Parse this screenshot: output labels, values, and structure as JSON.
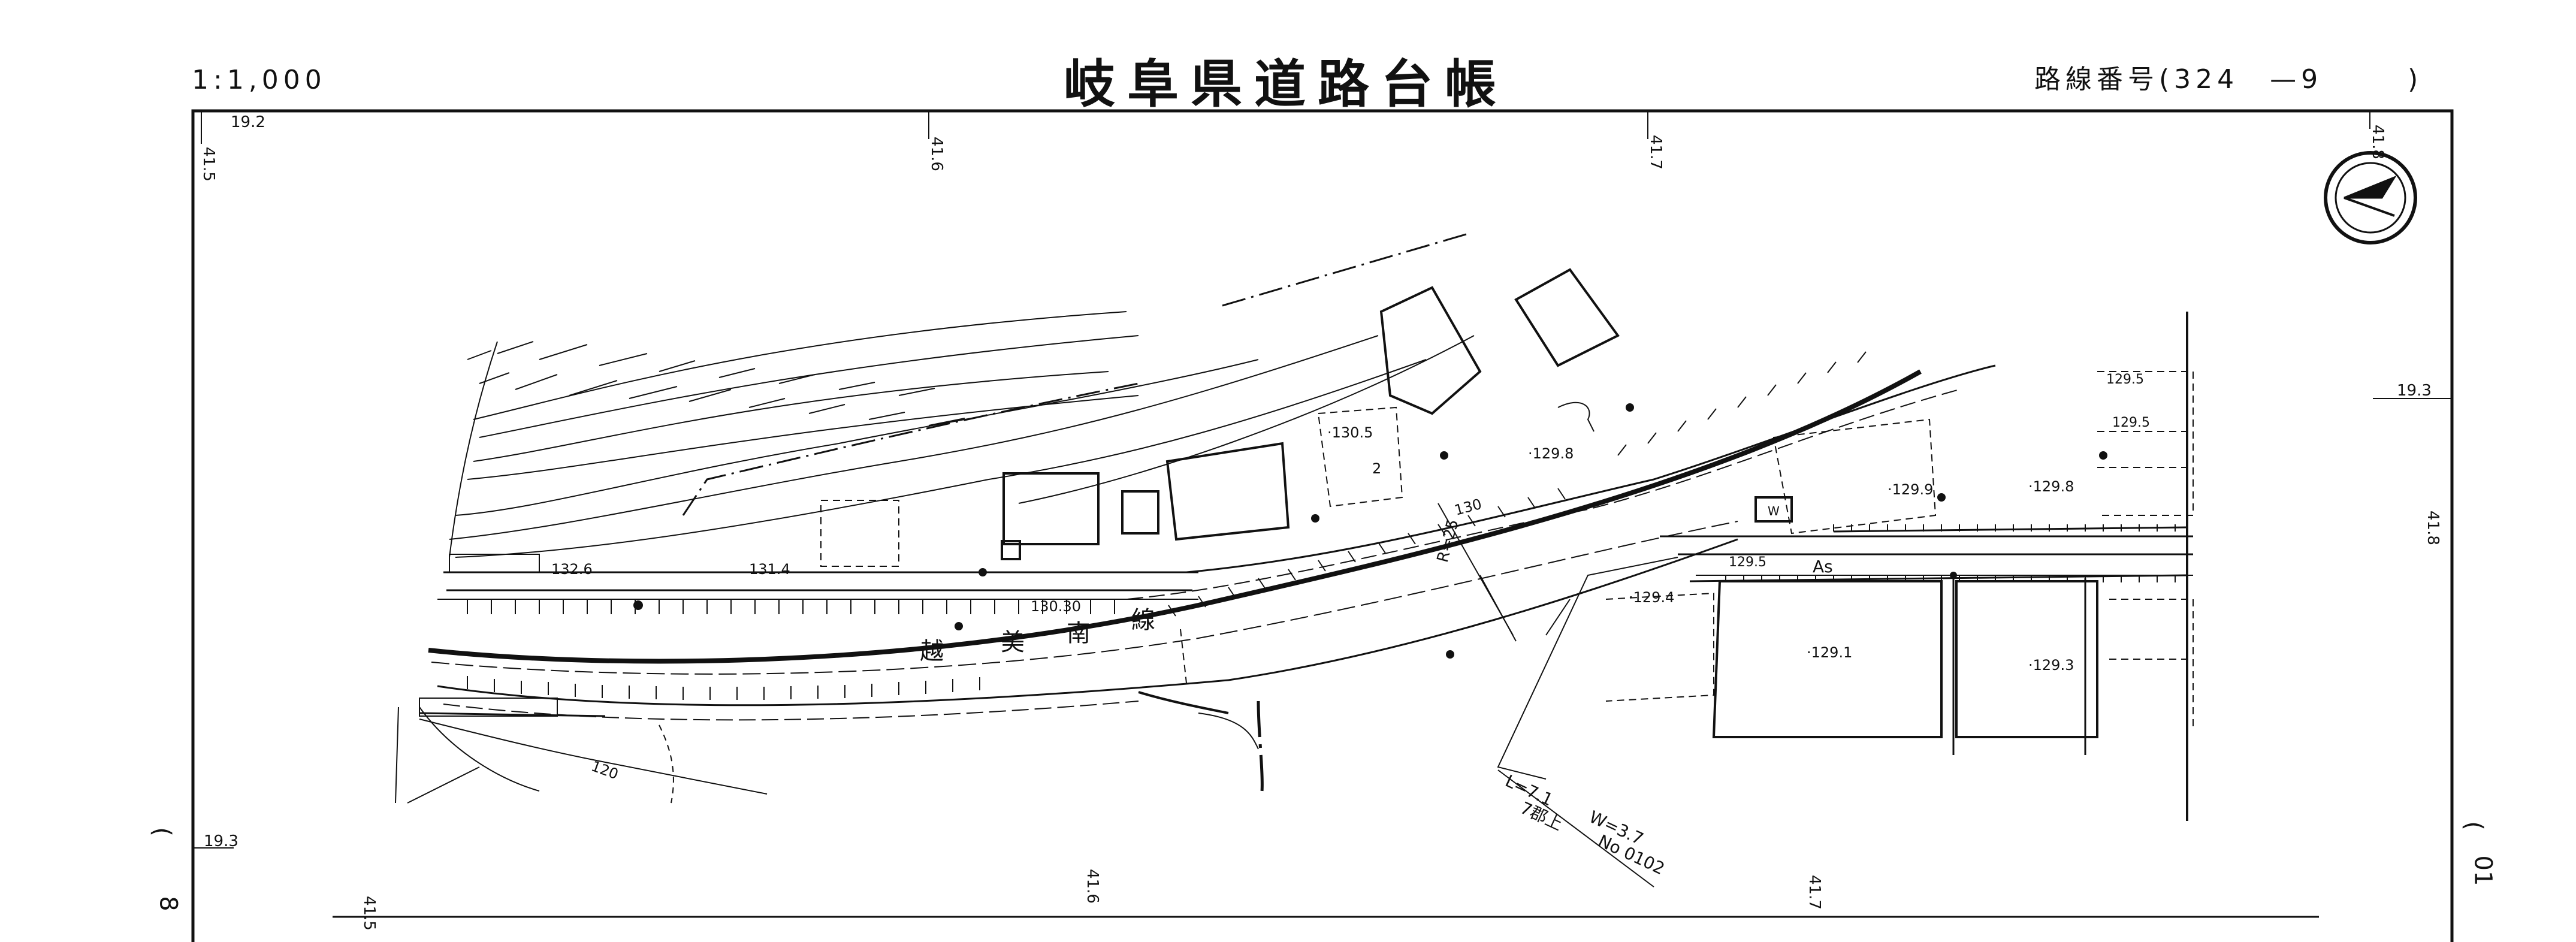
{
  "header": {
    "scale": "1:1,000",
    "title": "岐阜県道路台帳",
    "route_label": "路線番号(",
    "route_number": "324",
    "route_dash": "—",
    "route_sub": "9",
    "route_close": ")"
  },
  "grid_labels": {
    "top_41_5": "41.5",
    "top_19_2": "19.2",
    "top_41_6": "41.6",
    "top_41_7": "41.7",
    "top_41_8": "41.8",
    "right_19_3": "19.3",
    "right_41_8": "41.8",
    "left_19_3": "19.3",
    "bottom_41_5": "41.5",
    "bottom_41_6": "41.6",
    "bottom_41_7": "41.7"
  },
  "margin_labels": {
    "left_paren": "(",
    "left_num": "8",
    "right_paren": "(",
    "right_num": "01"
  },
  "road_name": {
    "c1": "越",
    "c2": "美",
    "c3": "南",
    "c4": "線"
  },
  "elevations": {
    "e132_6": "132.6",
    "e131_4": "131.4",
    "e130_30": "130.30",
    "e130_5": "·130.5",
    "e130": "130",
    "e129_8a": "·129.8",
    "e129_9": "·129.9",
    "e129_8b": "·129.8",
    "e129_5a": "129.5",
    "e129_5b": "129.5",
    "e129_5c": "129.5",
    "e129_4": "·129.4",
    "e129_1": "·129.1",
    "e129_3": "·129.3",
    "e120": "120"
  },
  "annotations": {
    "curve_radius": "R=25",
    "surface": "As",
    "bridge_L": "L=7.1",
    "bridge_W": "W=3.7",
    "bridge_name": "7郡上",
    "bridge_no": "No 0102",
    "box_w": "W",
    "marker_2": "2"
  }
}
